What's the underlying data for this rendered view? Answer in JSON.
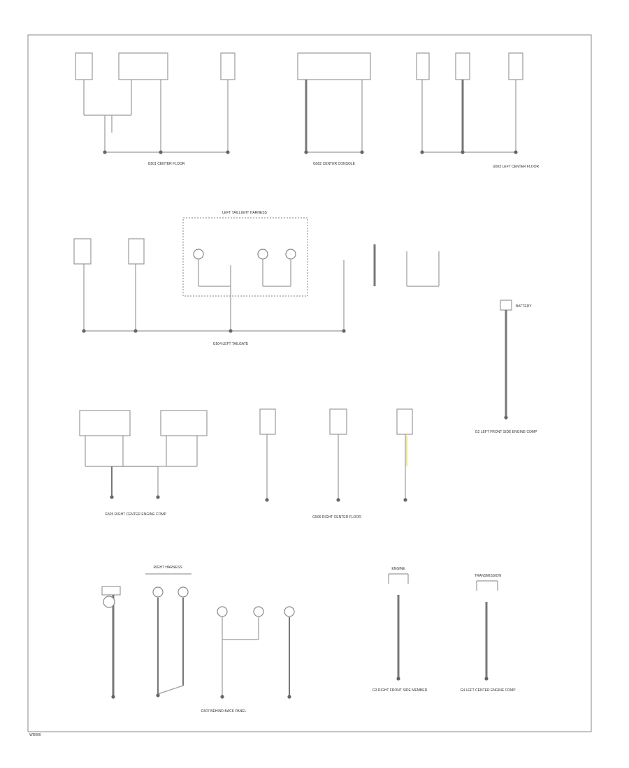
{
  "ground_labels": [
    {
      "id": "g1",
      "text": "G501 CENTER FLOOR"
    },
    {
      "id": "g2",
      "text": "G502 CENTER CONSOLE"
    },
    {
      "id": "g3",
      "text": "G503 LEFT CENTER FLOOR"
    },
    {
      "id": "g4",
      "text": "G504 LEFT TAILGATE"
    },
    {
      "id": "g5",
      "text": "G2 LEFT FRONT SIDE ENGINE COMP"
    },
    {
      "id": "g6",
      "text": "G505 RIGHT CENTER ENGINE COMP"
    },
    {
      "id": "g7",
      "text": "G506 RIGHT CENTER FLOOR"
    },
    {
      "id": "g8",
      "text": "G507 BEHIND BACK PANEL"
    },
    {
      "id": "g9",
      "text": "G3 RIGHT FRONT SIDE MEMBER"
    },
    {
      "id": "g10",
      "text": "G4 LEFT CENTER ENGINE COMP"
    }
  ],
  "component_labels": [
    {
      "id": "battery",
      "text": "BATTERY"
    },
    {
      "id": "harness_left_tail",
      "text": "LEFT TAILLIGHT HARNESS"
    },
    {
      "id": "harness_right",
      "text": "RIGHT HARNESS"
    },
    {
      "id": "transmission",
      "text": "TRANSMISSION"
    },
    {
      "id": "engine",
      "text": "ENGINE"
    }
  ],
  "footer": {
    "code": "WD000"
  }
}
